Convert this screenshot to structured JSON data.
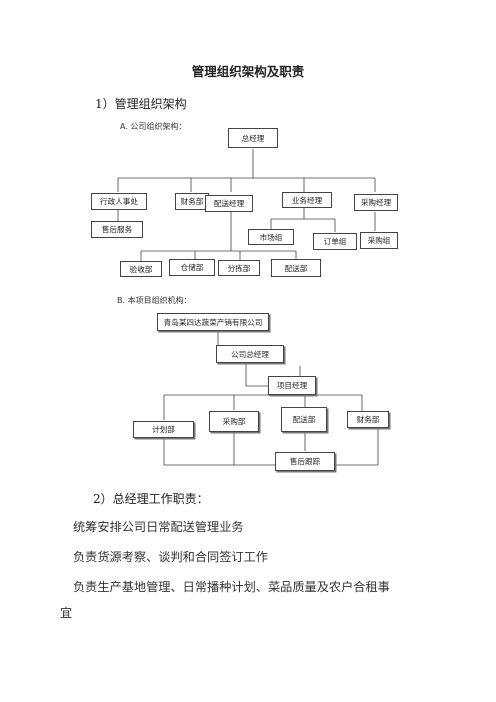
{
  "title": "管理组织架构及职责",
  "section1": {
    "heading": "1）管理组织架构"
  },
  "chartA": {
    "caption": "A. 公司组织架构：",
    "nodes": {
      "gm": "总经理",
      "admin_hr": "行政人事处",
      "finance": "财务部",
      "dispatch_mgr": "配送经理",
      "business_mgr": "业务经理",
      "purchase_mgr": "采购经理",
      "after_sales": "售后服务",
      "market": "市场组",
      "order": "订单组",
      "purchase_team": "采购组",
      "inspect": "验收部",
      "warehouse": "仓储部",
      "sorting": "分拣部",
      "delivery": "配送部"
    }
  },
  "chartB": {
    "caption": "B. 本项目组织机构：",
    "nodes": {
      "company": "青岛某四达蔬菜产销有限公司",
      "gm": "公司总经理",
      "pm": "项目经理",
      "plan": "计划部",
      "purchase": "采购部",
      "delivery": "配送部",
      "finance": "财务部",
      "tracking": "售后跟踪"
    }
  },
  "section2": {
    "heading": "2）总经理工作职责：",
    "lines": [
      "统筹安排公司日常配送管理业务",
      "负责货源考察、谈判和合同签订工作",
      "负责生产基地管理、日常播种计划、菜品质量及农户合租事",
      "宜"
    ]
  }
}
